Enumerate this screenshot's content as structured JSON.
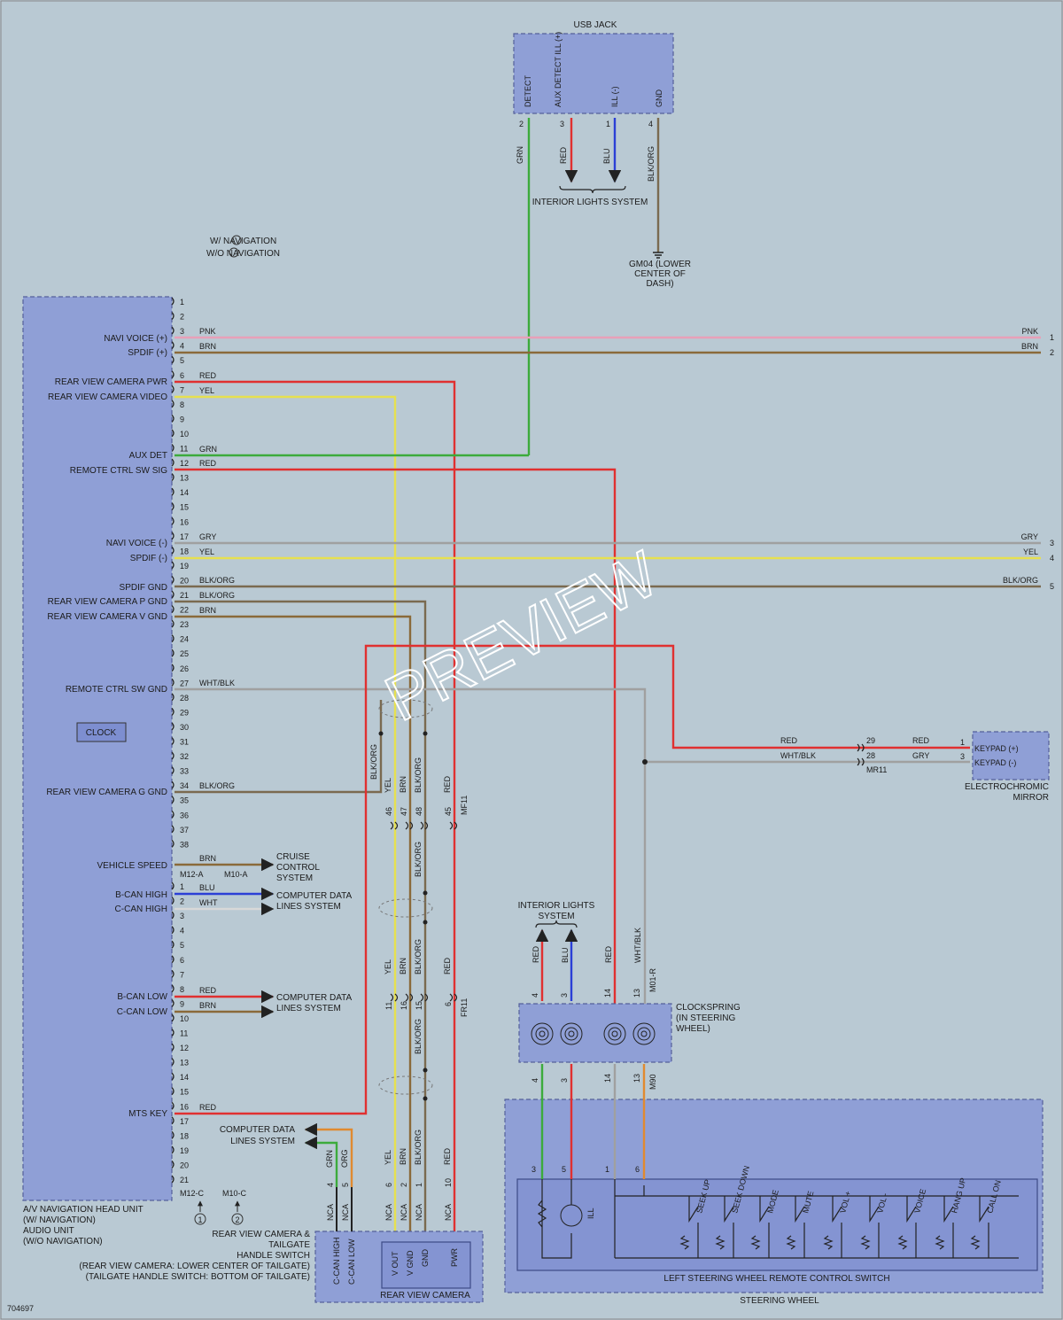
{
  "diagram_id": "704697",
  "watermark": "PREVIEW",
  "legend": {
    "nav": "W/ NAVIGATION",
    "nonav": "W/O NAVIGATION",
    "m1": "1",
    "m2": "2"
  },
  "usb_jack": {
    "title": "USB JACK",
    "pins": [
      "DETECT",
      "AUX DETECT ILL (+)",
      "ILL (-)",
      "GND"
    ]
  },
  "interior_lights_top": "INTERIOR LIGHTS SYSTEM",
  "ground": "GM04 (LOWER CENTER OF DASH)",
  "head_unit": {
    "pins_a": [
      "NAVI VOICE (+)",
      "SPDIF (+)",
      "REAR VIEW CAMERA PWR",
      "REAR VIEW CAMERA VIDEO",
      "AUX DET",
      "REMOTE CTRL SW SIG",
      "NAVI VOICE (-)",
      "SPDIF (-)",
      "SPDIF GND",
      "REAR VIEW CAMERA P GND",
      "REAR VIEW CAMERA V GND",
      "REMOTE CTRL SW GND",
      "REAR VIEW CAMERA G GND",
      "VEHICLE SPEED"
    ],
    "clock": "CLOCK",
    "pins_b": [
      "B-CAN HIGH",
      "C-CAN HIGH",
      "B-CAN LOW",
      "C-CAN LOW",
      "MTS KEY"
    ],
    "caption": [
      "A/V NAVIGATION HEAD UNIT",
      "(W/ NAVIGATION)",
      "AUDIO UNIT",
      "(W/O NAVIGATION)"
    ],
    "conn_a": "M12-A",
    "conn_a2": "M10-A",
    "conn_c": "M12-C",
    "conn_c2": "M10-C"
  },
  "wire_colors": {
    "PNK": "PNK",
    "BRN": "BRN",
    "RED": "RED",
    "YEL": "YEL",
    "GRN": "GRN",
    "GRY": "GRY",
    "BLKORG": "BLK/ORG",
    "WHTBLK": "WHT/BLK",
    "BLU": "BLU",
    "WHT": "WHT",
    "ORG": "ORG"
  },
  "right_pins": [
    "1",
    "2",
    "3",
    "4",
    "5"
  ],
  "cruise": [
    "CRUISE",
    "CONTROL",
    "SYSTEM"
  ],
  "computer_data_1": [
    "COMPUTER DATA",
    "LINES SYSTEM"
  ],
  "computer_data_2": [
    "COMPUTER DATA",
    "LINES SYSTEM"
  ],
  "computer_data_3": [
    "COMPUTER DATA",
    "LINES SYSTEM"
  ],
  "mirror": {
    "pin_plus": "KEYPAD (+)",
    "pin_minus": "KEYPAD (-)",
    "caption": "ELECTROCHROMIC MIRROR",
    "conn": "MR11",
    "p1": "29",
    "p2": "28",
    "q1": "1",
    "q2": "3"
  },
  "connectors": {
    "mf11": "MF11",
    "fr11": "FR11",
    "m01r": "M01-R",
    "m90": "M90"
  },
  "interior_lights_mid": [
    "INTERIOR LIGHTS",
    "SYSTEM"
  ],
  "clockspring": [
    "CLOCKSPRING",
    "(IN STEERING",
    "WHEEL)"
  ],
  "steering_wheel": "STEERING WHEEL",
  "remote_switch": {
    "caption": "LEFT STEERING WHEEL REMOTE CONTROL SWITCH",
    "buttons": [
      "SEEK UP",
      "SEEK DOWN",
      "MODE",
      "MUTE",
      "VOL +",
      "VOL -",
      "VOICE",
      "HANG UP",
      "CALL ON"
    ],
    "ill": "ILL"
  },
  "tailgate": {
    "caption": [
      "REAR VIEW CAMERA &",
      "TAILGATE",
      "HANDLE SWITCH",
      "(REAR VIEW CAMERA: LOWER CENTER OF TAILGATE)",
      "(TAILGATE HANDLE SWITCH: BOTTOM OF TAILGATE)"
    ],
    "pins": [
      "C-CAN HIGH",
      "C-CAN LOW"
    ]
  },
  "camera": {
    "caption": "REAR VIEW CAMERA",
    "pins": [
      "V OUT",
      "V GND",
      "GND",
      "PWR"
    ]
  },
  "nca": "NCA"
}
